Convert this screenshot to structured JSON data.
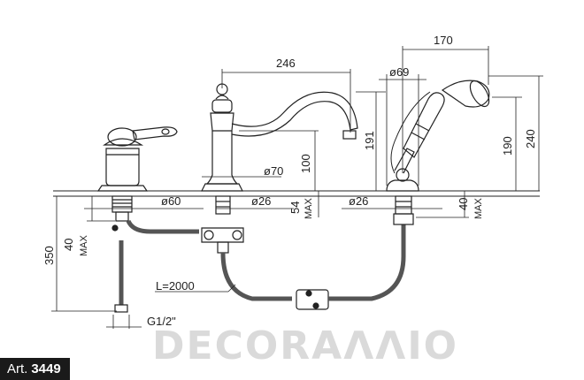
{
  "dimensions": {
    "d246": "246",
    "d170": "170",
    "d69": "ø69",
    "d191": "191",
    "d190": "190",
    "d240": "240",
    "d100": "100",
    "d70": "ø70",
    "d60": "ø60",
    "d26a": "ø26",
    "d26b": "ø26",
    "d54": "54",
    "max1": "MAX",
    "d40r": "40",
    "max2": "MAX",
    "d350": "350",
    "d40l": "40",
    "max3": "MAX",
    "length": "L=2000",
    "thread": "G1/2\""
  },
  "article": {
    "prefix": "Art.",
    "number": "3449"
  },
  "watermark": "DECORAΛΛΙΟ",
  "colors": {
    "line": "#222222",
    "label_bg": "#1a1a1a"
  }
}
